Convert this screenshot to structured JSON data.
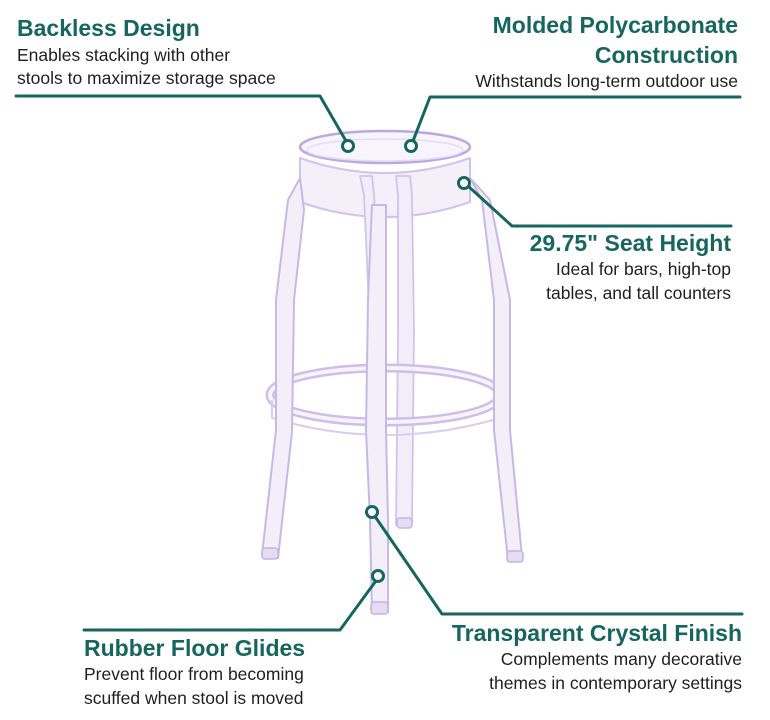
{
  "callouts": {
    "backless": {
      "title": "Backless Design",
      "desc_line1": "Enables stacking with other",
      "desc_line2": "stools to maximize storage space"
    },
    "polycarbonate": {
      "title_line1": "Molded Polycarbonate",
      "title_line2": "Construction",
      "desc_line1": "Withstands long-term outdoor use"
    },
    "seat_height": {
      "title": "29.75\" Seat Height",
      "desc_line1": "Ideal for bars, high-top",
      "desc_line2": "tables, and tall counters"
    },
    "floor_glides": {
      "title": "Rubber Floor Glides",
      "desc_line1": "Prevent floor from becoming",
      "desc_line2": "scuffed when stool is moved"
    },
    "crystal_finish": {
      "title": "Transparent Crystal Finish",
      "desc_line1": "Complements many decorative",
      "desc_line2": "themes in contemporary settings"
    }
  },
  "colors": {
    "accent": "#16665f",
    "text": "#1f1f1f",
    "stool_outline": "#c9bde6",
    "stool_tint": "#ece6f8"
  },
  "icons": {
    "stool": "transparent-bar-stool-illustration",
    "marker": "callout-dot"
  }
}
